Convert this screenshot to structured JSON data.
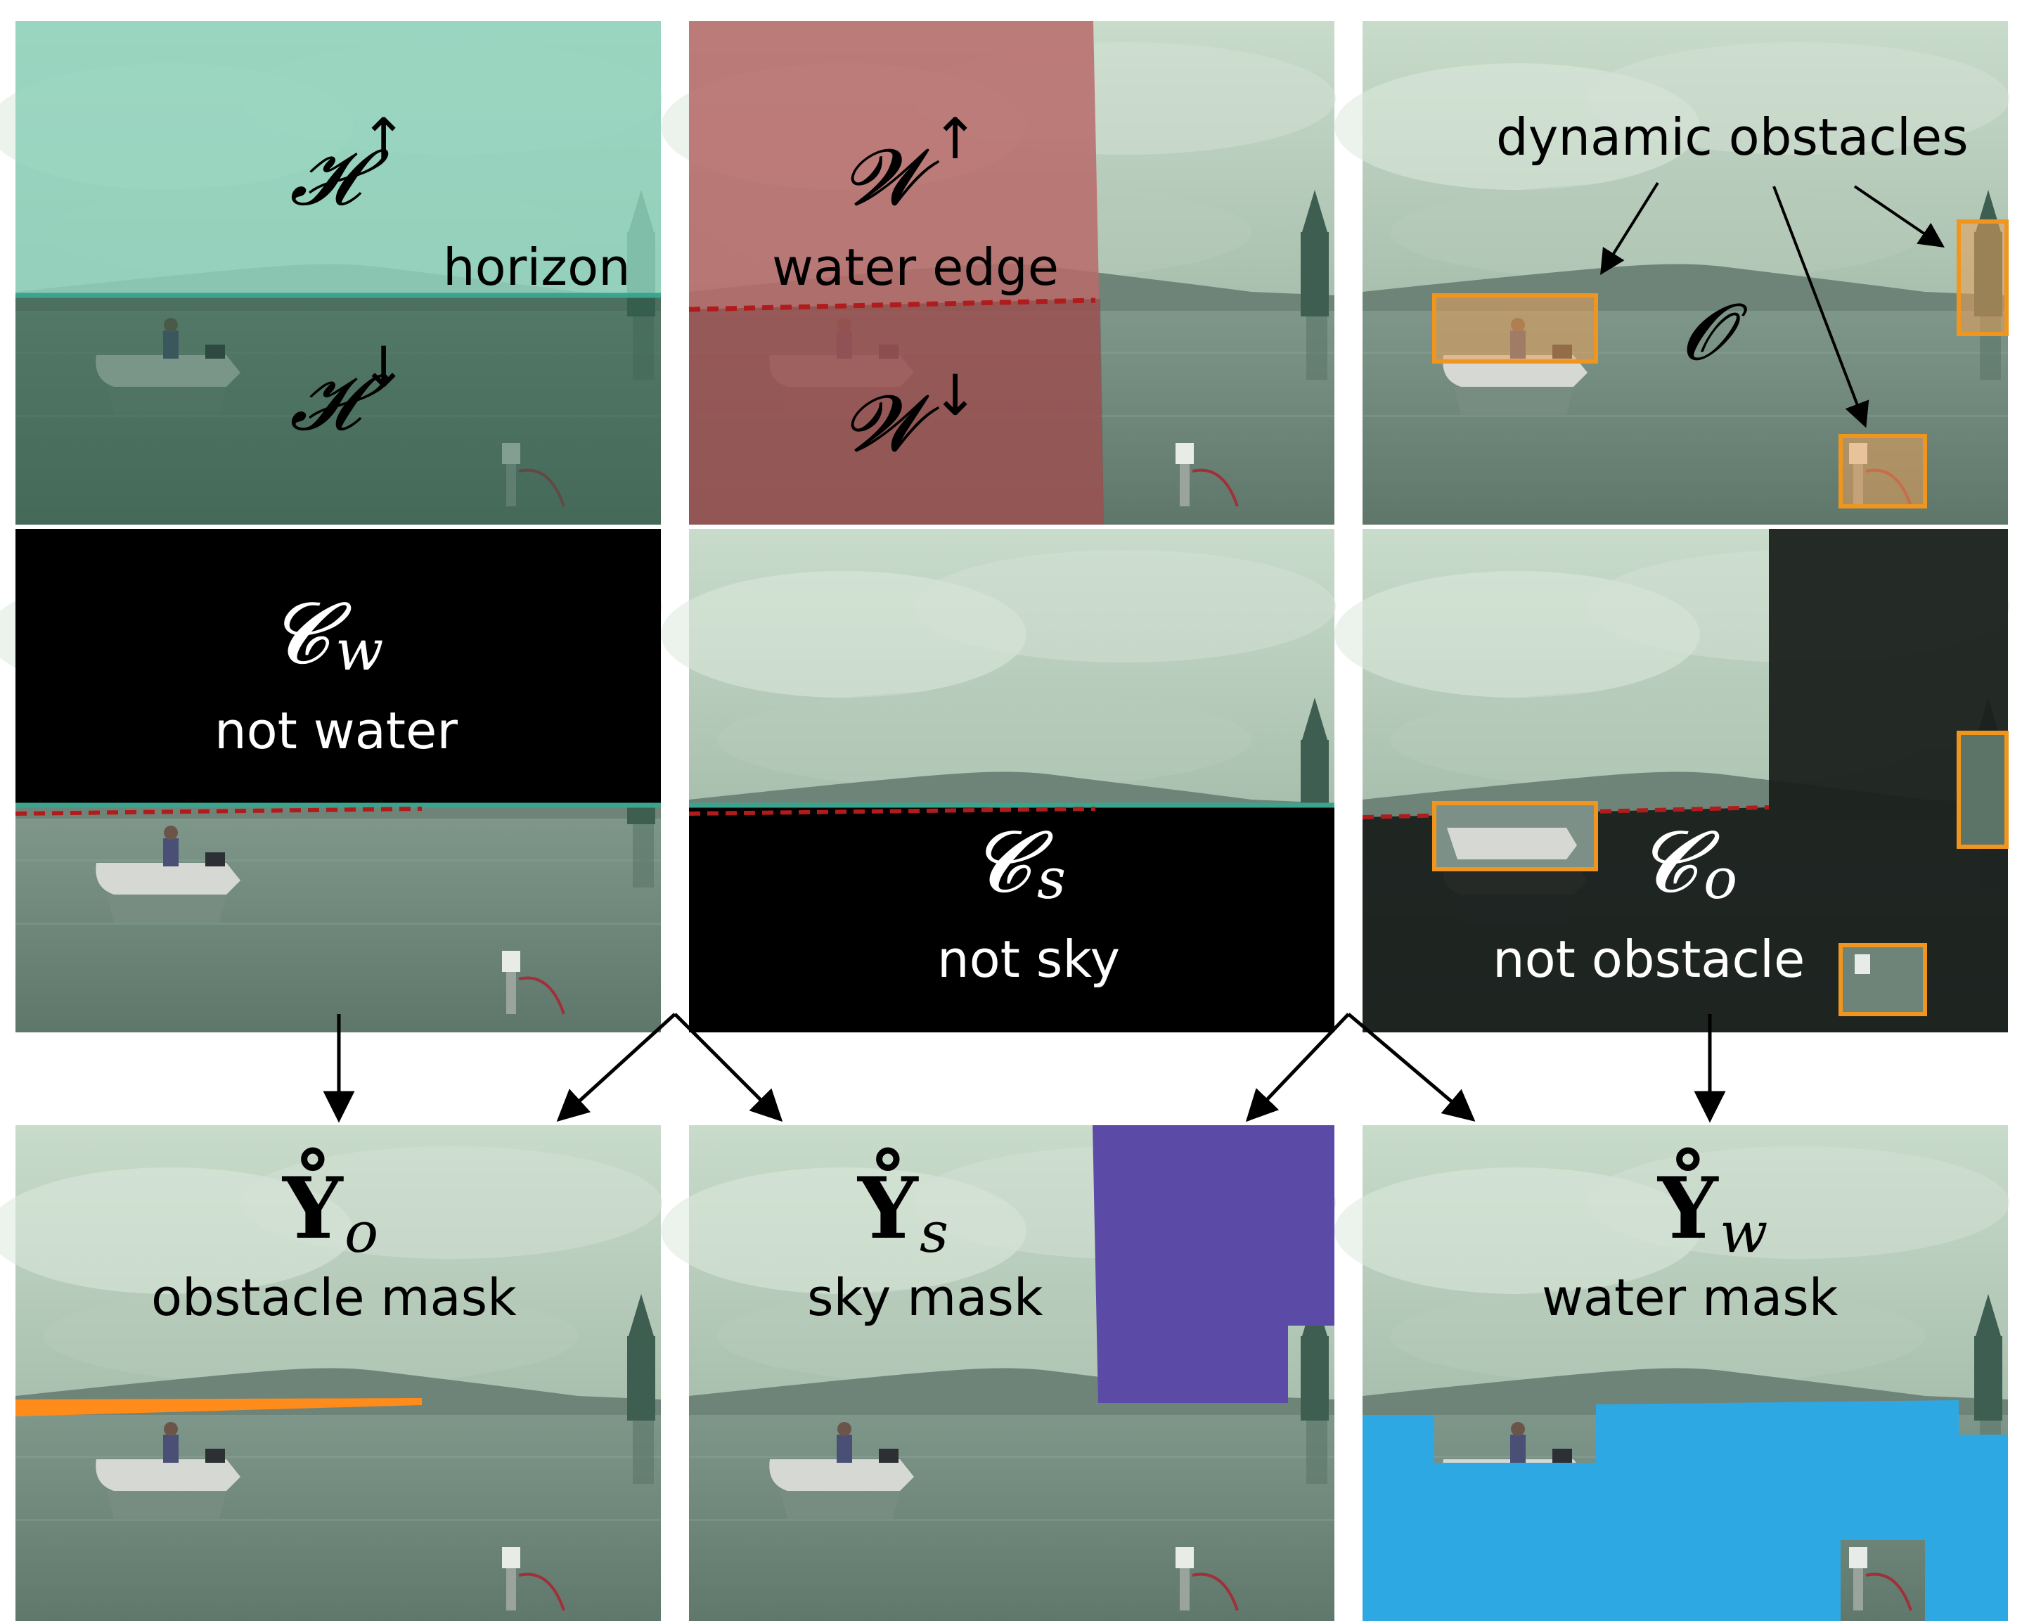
{
  "panels": {
    "p1": {
      "top_symbol": "𝓗",
      "top_sup": "↑",
      "bottom_symbol": "𝓗",
      "bottom_sup": "↓",
      "line_label": "horizon"
    },
    "p2": {
      "top_symbol": "𝓦",
      "top_sup": "↑",
      "bottom_symbol": "𝓦",
      "bottom_sup": "↓",
      "line_label": "water edge"
    },
    "p3": {
      "callout": "dynamic obstacles",
      "symbol": "𝓞"
    },
    "p4": {
      "symbol": "𝓒",
      "sub": "w",
      "caption": "not water"
    },
    "p5": {
      "symbol": "𝓒",
      "sub": "s",
      "caption": "not sky"
    },
    "p6": {
      "symbol": "𝓒",
      "sub": "o",
      "caption": "not obstacle"
    },
    "p7": {
      "symbol": "Y̊",
      "sub": "o",
      "caption": "obstacle mask"
    },
    "p8": {
      "symbol": "Y̊",
      "sub": "s",
      "caption": "sky mask"
    },
    "p9": {
      "symbol": "Y̊",
      "sub": "w",
      "caption": "water mask"
    }
  },
  "colors": {
    "horizon": "#3aa58c",
    "water_edge": "#b01c1c",
    "obstacle_box": "#f0961e",
    "obstacle_mask": "#ff8c1a",
    "sky_mask": "#5b4ba6",
    "water_mask": "#2ea8e2",
    "h_overlay": "#8fd3bd",
    "w_overlay": "#b86a6a"
  }
}
